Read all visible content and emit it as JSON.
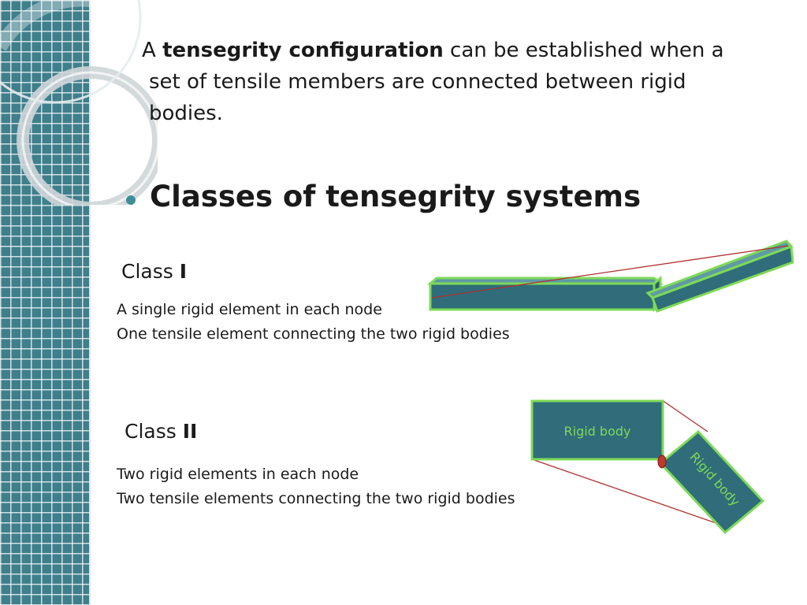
{
  "intro": {
    "prefix": "A",
    "term": "tensegrity configuration",
    "text_line1": "can be established when a",
    "text_line2": "set of tensile members are connected between rigid",
    "text_line3": "bodies."
  },
  "heading": "Classes of tensegrity systems",
  "class1": {
    "label": "Class",
    "numeral": "I",
    "desc_line1": "A single rigid element in each node",
    "desc_line2": "One tensile element connecting the two rigid bodies"
  },
  "class2": {
    "label": "Class",
    "numeral": "II",
    "desc_line1": "Two rigid elements in each node",
    "desc_line2": "Two tensile elements connecting the two rigid bodies",
    "body1_label": "Rigid body",
    "body2_label": "Rigid body"
  },
  "colors": {
    "sidebar": "#3f7f8c",
    "rigid_fill": "#2f6d7a",
    "rigid_border": "#7ed957",
    "cable": "#b03030",
    "joint": "#c0392b"
  }
}
